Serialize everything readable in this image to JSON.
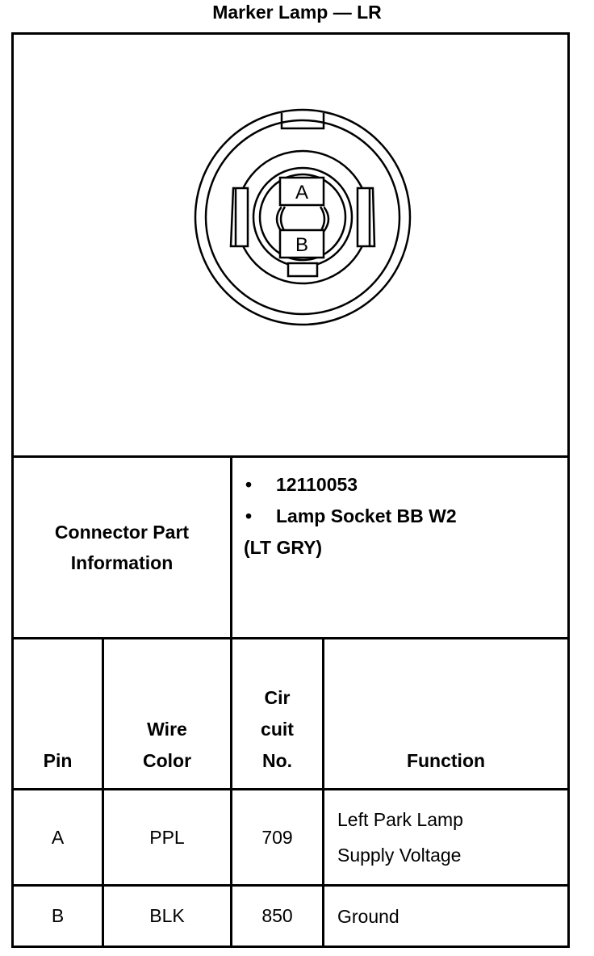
{
  "title": "Marker Lamp — LR",
  "diagram": {
    "terminal_a": "A",
    "terminal_b": "B"
  },
  "connector_info": {
    "label_line1": "Connector Part",
    "label_line2": "Information",
    "bullet": "•",
    "part_number": "12110053",
    "description_line1": "Lamp Socket BB W2",
    "description_line2": "(LT GRY)"
  },
  "table": {
    "headers": {
      "pin": "Pin",
      "wire_line1": "Wire",
      "wire_line2": "Color",
      "circuit_line1": "Cir",
      "circuit_line2": "cuit",
      "circuit_line3": "No.",
      "function": "Function"
    },
    "rows": [
      {
        "pin": "A",
        "wire_color": "PPL",
        "circuit": "709",
        "function_line1": "Left Park Lamp",
        "function_line2": "Supply Voltage"
      },
      {
        "pin": "B",
        "wire_color": "BLK",
        "circuit": "850",
        "function_line1": "Ground",
        "function_line2": ""
      }
    ]
  }
}
